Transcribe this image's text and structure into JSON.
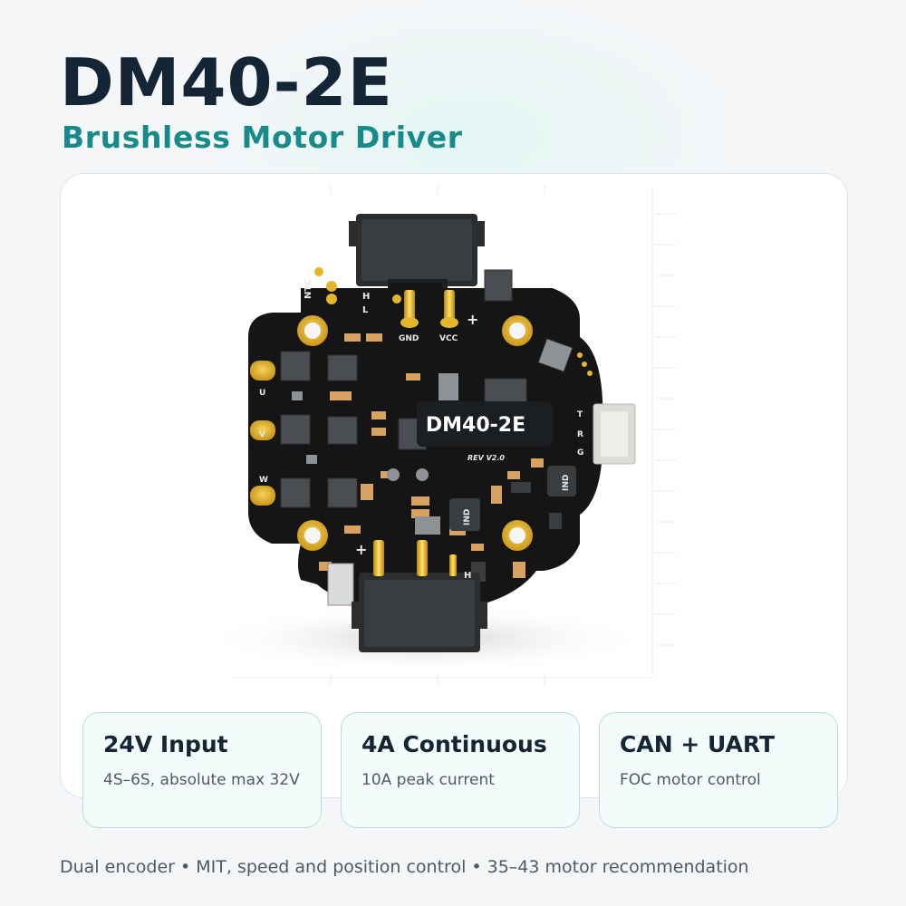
{
  "header": {
    "title": "DM40-2E",
    "subtitle": "Brushless Motor Driver"
  },
  "board": {
    "label": "DM40-2E",
    "revision": "REV V2.0",
    "silkscreen": {
      "ntc": "NTC",
      "h": "H",
      "l": "L",
      "gnd": "GND",
      "vcc": "VCC",
      "plus_top": "+",
      "u": "U",
      "v": "V",
      "w": "W",
      "t": "T",
      "r": "R",
      "g": "G",
      "ind_1": "IND",
      "ind_2": "IND",
      "plus_bottom": "+",
      "h_bottom": "H"
    }
  },
  "features": [
    {
      "title": "24V Input",
      "subtitle": "4S–6S, absolute max 32V"
    },
    {
      "title": "4A Continuous",
      "subtitle": "10A peak current"
    },
    {
      "title": "CAN + UART",
      "subtitle": "FOC motor control"
    }
  ],
  "footer": "Dual encoder • MIT, speed and position control • 35–43 motor recommendation",
  "colors": {
    "title": "#142536",
    "accent": "#178a8a",
    "board": "#151515",
    "pad_gold": "#e5b52a",
    "card_border": "#b6e0dc"
  }
}
